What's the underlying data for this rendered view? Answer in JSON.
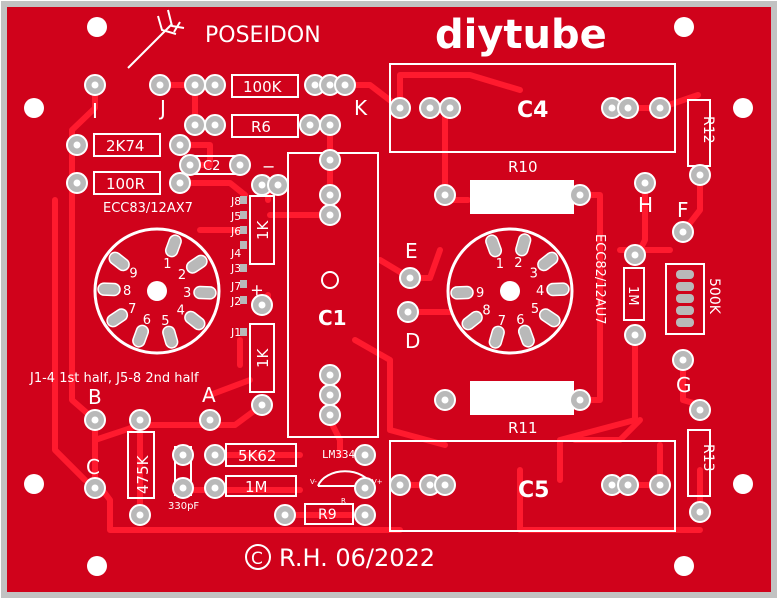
{
  "board": {
    "project_name": "POSEIDON",
    "brand": "diytube",
    "copyright": "© R.H. 06/2022",
    "copyright_symbol": "C",
    "copyright_text": "R.H. 06/2022",
    "colors": {
      "pcb_red": "#d0021b",
      "trace_red": "#ff1a2e",
      "silk_white": "#ffffff",
      "pad_gray": "#b9b9b9",
      "border": "#c2c2c2"
    }
  },
  "labels": {
    "I": "I",
    "J": "J",
    "K": "K",
    "A": "A",
    "B": "B",
    "C": "C",
    "D": "D",
    "E": "E",
    "F": "F",
    "G": "G",
    "H": "H"
  },
  "components": {
    "r_100k": "100K",
    "r6": "R6",
    "r_2k74": "2K74",
    "c2": "C2",
    "r_100r": "100R",
    "c1": "C1",
    "c4": "C4",
    "c5": "C5",
    "r10": "R10",
    "r11": "R11",
    "r12": "R12",
    "r13": "R13",
    "pot_500k": "500K",
    "r_1m_right": "1M",
    "r_1k_top": "1K",
    "r_1k_bottom": "1K",
    "r_475k": "475K",
    "r_5k62": "5K62",
    "r_1m_bottom": "1M",
    "r9": "R9",
    "c_330pf": "330pF",
    "lm334z": "LM334Z",
    "lm_v_minus": "V-",
    "lm_v_plus": "V+",
    "lm_r": "R",
    "minus_sign": "−",
    "plus_sign": "+"
  },
  "tubes": {
    "left_type": "ECC83/12AX7",
    "right_type": "ECC82/12AU7",
    "left_pins": [
      "1",
      "2",
      "3",
      "4",
      "5",
      "6",
      "7",
      "8",
      "9"
    ],
    "right_pins": [
      "1",
      "2",
      "3",
      "4",
      "5",
      "6",
      "7",
      "8",
      "9"
    ]
  },
  "jumpers": {
    "labels": [
      "J8",
      "J5",
      "J6",
      "J7",
      "J3",
      "J2",
      "J4",
      "J1"
    ],
    "note": "J1-4 1st half, J5-8 2nd half"
  }
}
